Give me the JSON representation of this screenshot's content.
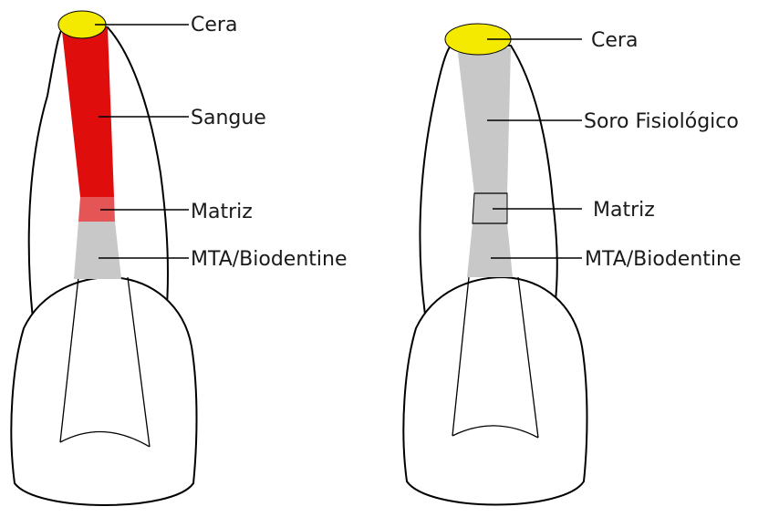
{
  "colors": {
    "cera": "#f4ea00",
    "sangue": "#e00d0d",
    "matriz_left": "#e55555",
    "gray_fill": "#c8c8c8",
    "outline": "#000000"
  },
  "left_tooth": {
    "labels": {
      "cera": "Cera",
      "sangue": "Sangue",
      "matriz": "Matriz",
      "mta": "MTA/Biodentine"
    }
  },
  "right_tooth": {
    "labels": {
      "cera": "Cera",
      "soro": "Soro Fisiológico",
      "matriz": "Matriz",
      "mta": "MTA/Biodentine"
    }
  }
}
